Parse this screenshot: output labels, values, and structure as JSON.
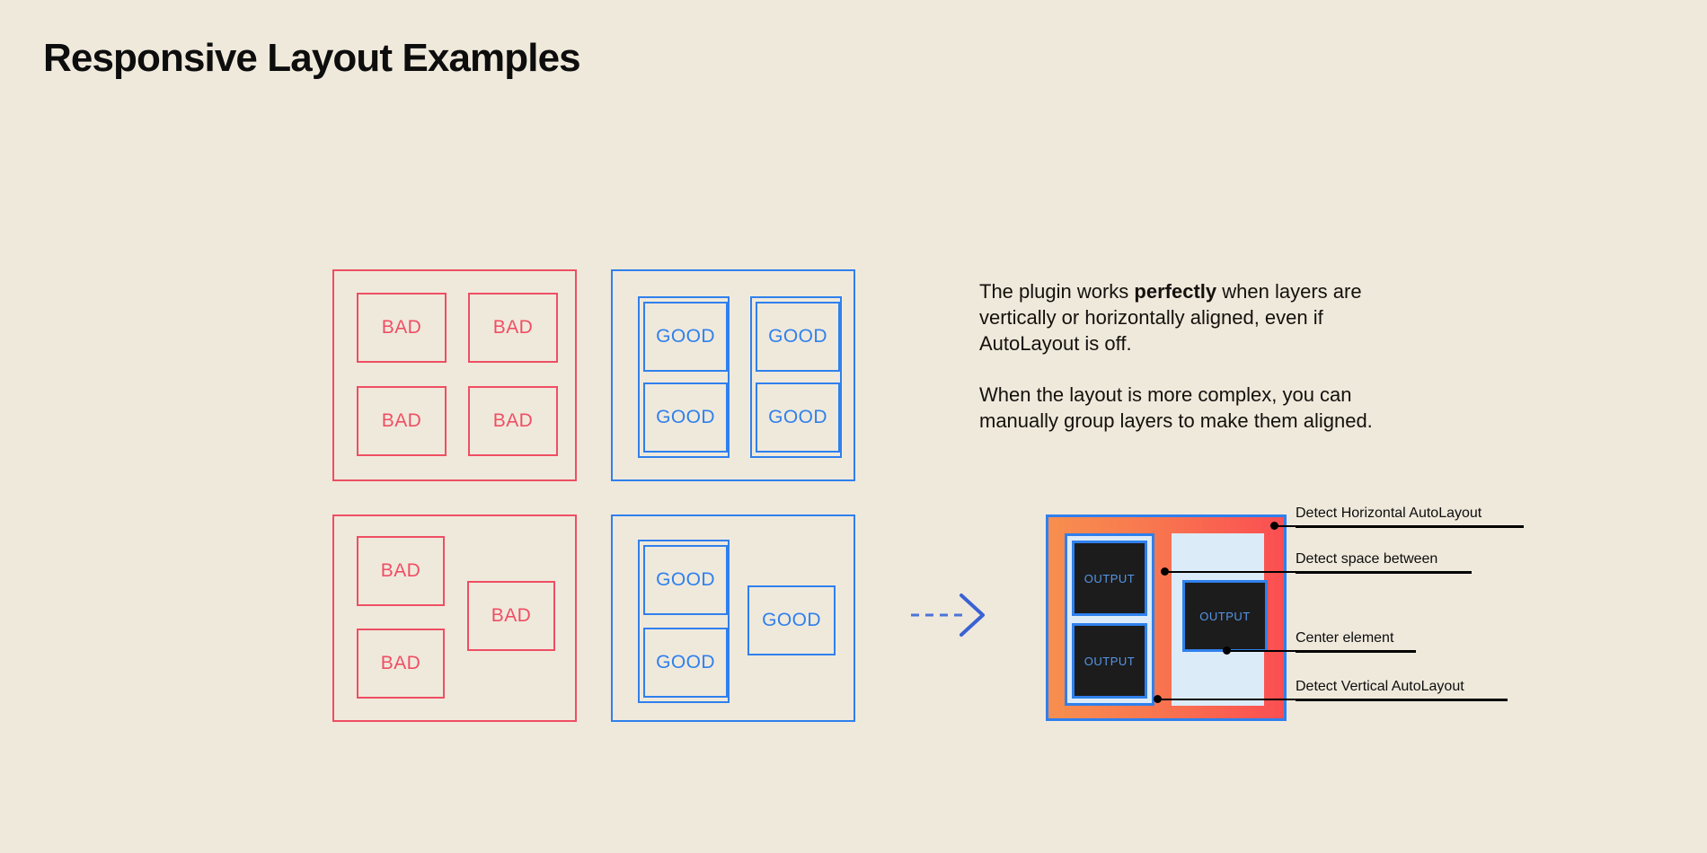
{
  "page": {
    "title": "Responsive Layout Examples",
    "background_color": "#EFE9DC",
    "bad_color": "#EF4E63",
    "good_color": "#2F80ED",
    "text_color": "#14110d"
  },
  "examples": {
    "bad_grid": {
      "name": "bad-grid-panel",
      "cells": [
        {
          "label": "BAD"
        },
        {
          "label": "BAD"
        },
        {
          "label": "BAD"
        },
        {
          "label": "BAD"
        }
      ]
    },
    "good_grid": {
      "name": "good-grid-panel",
      "groups": [
        {
          "cells": [
            {
              "label": "GOOD"
            },
            {
              "label": "GOOD"
            }
          ]
        },
        {
          "cells": [
            {
              "label": "GOOD"
            },
            {
              "label": "GOOD"
            }
          ]
        }
      ]
    },
    "bad_complex": {
      "name": "bad-complex-panel",
      "cells": [
        {
          "label": "BAD"
        },
        {
          "label": "BAD"
        },
        {
          "label": "BAD"
        }
      ]
    },
    "good_complex": {
      "name": "good-complex-panel",
      "group_cells": [
        {
          "label": "GOOD"
        },
        {
          "label": "GOOD"
        }
      ],
      "standalone_cell": {
        "label": "GOOD"
      }
    }
  },
  "copy": {
    "paragraph1_before": "The plugin works ",
    "paragraph1_bold": "perfectly",
    "paragraph1_after": " when layers are vertically or horizontally aligned, even if AutoLayout is off.",
    "paragraph2": "When the layout is more complex, you can manually group layers to make them aligned."
  },
  "arrow": {
    "icon": "dashed-arrow-right-icon",
    "color": "#2F62D6"
  },
  "output_diagram": {
    "name": "output-preview",
    "gradient_from": "#F78F4F",
    "gradient_to": "#FB4E52",
    "border_color": "#2F80ED",
    "panel_color": "#DCEBF8",
    "box_color": "#1C1C1C",
    "box_text_color": "#5596E8",
    "grouped_boxes": [
      {
        "label": "OUTPUT"
      },
      {
        "label": "OUTPUT"
      }
    ],
    "centered_box": {
      "label": "OUTPUT"
    }
  },
  "annotations": [
    {
      "label": "Detect Horizontal AutoLayout"
    },
    {
      "label": "Detect space between"
    },
    {
      "label": "Center element"
    },
    {
      "label": "Detect Vertical AutoLayout"
    }
  ]
}
